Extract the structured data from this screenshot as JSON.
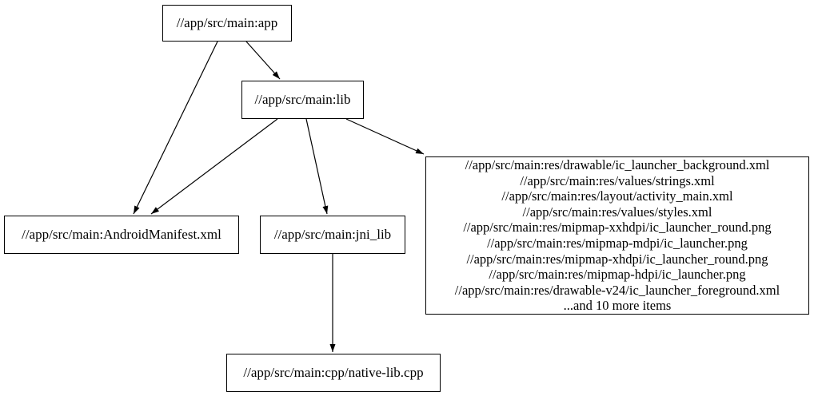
{
  "diagram": {
    "type": "dependency-graph",
    "colors": {
      "background": "#ffffff",
      "node_fill": "#ffffff",
      "node_border": "#000000",
      "edge": "#000000",
      "text": "#000000"
    },
    "nodes": {
      "app": {
        "label": "//app/src/main:app"
      },
      "lib": {
        "label": "//app/src/main:lib"
      },
      "manifest": {
        "label": "//app/src/main:AndroidManifest.xml"
      },
      "jni_lib": {
        "label": "//app/src/main:jni_lib"
      },
      "resources": {
        "lines": [
          "//app/src/main:res/drawable/ic_launcher_background.xml",
          "//app/src/main:res/values/strings.xml",
          "//app/src/main:res/layout/activity_main.xml",
          "//app/src/main:res/values/styles.xml",
          "//app/src/main:res/mipmap-xxhdpi/ic_launcher_round.png",
          "//app/src/main:res/mipmap-mdpi/ic_launcher.png",
          "//app/src/main:res/mipmap-xhdpi/ic_launcher_round.png",
          "//app/src/main:res/mipmap-hdpi/ic_launcher.png",
          "//app/src/main:res/drawable-v24/ic_launcher_foreground.xml",
          "...and 10 more items"
        ]
      },
      "cpp": {
        "label": "//app/src/main:cpp/native-lib.cpp"
      }
    },
    "edges": [
      {
        "from": "app",
        "to": "lib"
      },
      {
        "from": "app",
        "to": "manifest"
      },
      {
        "from": "lib",
        "to": "manifest"
      },
      {
        "from": "lib",
        "to": "jni_lib"
      },
      {
        "from": "lib",
        "to": "resources"
      },
      {
        "from": "jni_lib",
        "to": "cpp"
      }
    ]
  }
}
